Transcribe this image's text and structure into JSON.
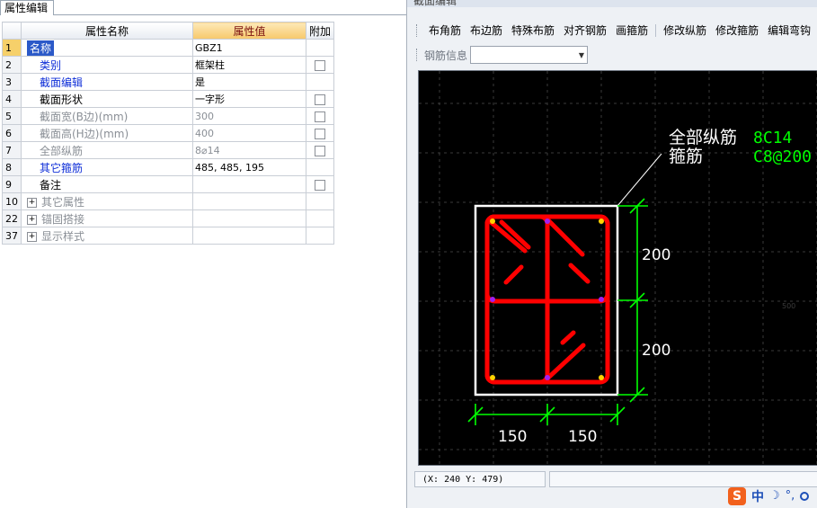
{
  "property_panel": {
    "tab_label": "属性编辑",
    "headers": {
      "name": "属性名称",
      "value": "属性值",
      "extra": "附加"
    },
    "rows": [
      {
        "num": "1",
        "name": "名称",
        "value": "GBZ1",
        "style": "selected",
        "checkbox": false
      },
      {
        "num": "2",
        "name": "类别",
        "value": "框架柱",
        "style": "blue",
        "checkbox": true
      },
      {
        "num": "3",
        "name": "截面编辑",
        "value": "是",
        "style": "blue",
        "checkbox": false
      },
      {
        "num": "4",
        "name": "截面形状",
        "value": "一字形",
        "style": "black",
        "checkbox": true
      },
      {
        "num": "5",
        "name": "截面宽(B边)(mm)",
        "value": "300",
        "style": "gray",
        "checkbox": true
      },
      {
        "num": "6",
        "name": "截面高(H边)(mm)",
        "value": "400",
        "style": "gray",
        "checkbox": true
      },
      {
        "num": "7",
        "name": "全部纵筋",
        "value": "8⌀14",
        "style": "gray",
        "checkbox": true
      },
      {
        "num": "8",
        "name": "其它箍筋",
        "value": "485, 485, 195",
        "style": "blue",
        "checkbox": false
      },
      {
        "num": "9",
        "name": "备注",
        "value": "",
        "style": "black",
        "checkbox": true
      },
      {
        "num": "10",
        "name": "其它属性",
        "value": "",
        "style": "group",
        "checkbox": false
      },
      {
        "num": "22",
        "name": "锚固搭接",
        "value": "",
        "style": "group",
        "checkbox": false
      },
      {
        "num": "37",
        "name": "显示样式",
        "value": "",
        "style": "group",
        "checkbox": false
      }
    ],
    "expander_symbol": "+"
  },
  "section_editor": {
    "window_title": "截面编辑",
    "toolbar": [
      "布角筋",
      "布边筋",
      "特殊布筋",
      "对齐钢筋",
      "画箍筋",
      "修改纵筋",
      "修改箍筋",
      "编辑弯钩"
    ],
    "rebar_info_label": "钢筋信息",
    "rebar_select_value": "",
    "drawing": {
      "label_main_rebar": "全部纵筋",
      "label_stirrup": "箍筋",
      "value_main_rebar": "8C14",
      "value_stirrup": "C8@200",
      "dim_h_top": "200",
      "dim_h_bottom": "200",
      "dim_w_left": "150",
      "dim_w_right": "150",
      "faint_label": "500",
      "color_concrete": "#ffffff",
      "color_stirrup": "#ff0000",
      "color_dimension": "#00ff00",
      "color_labels": "#ffffff",
      "color_values": "#00ff00"
    },
    "status_coords": "(X: 240 Y: 479)"
  },
  "ime": {
    "logo": "S",
    "lang": "中",
    "moon_icon": "moon-icon",
    "punct": "°,"
  }
}
